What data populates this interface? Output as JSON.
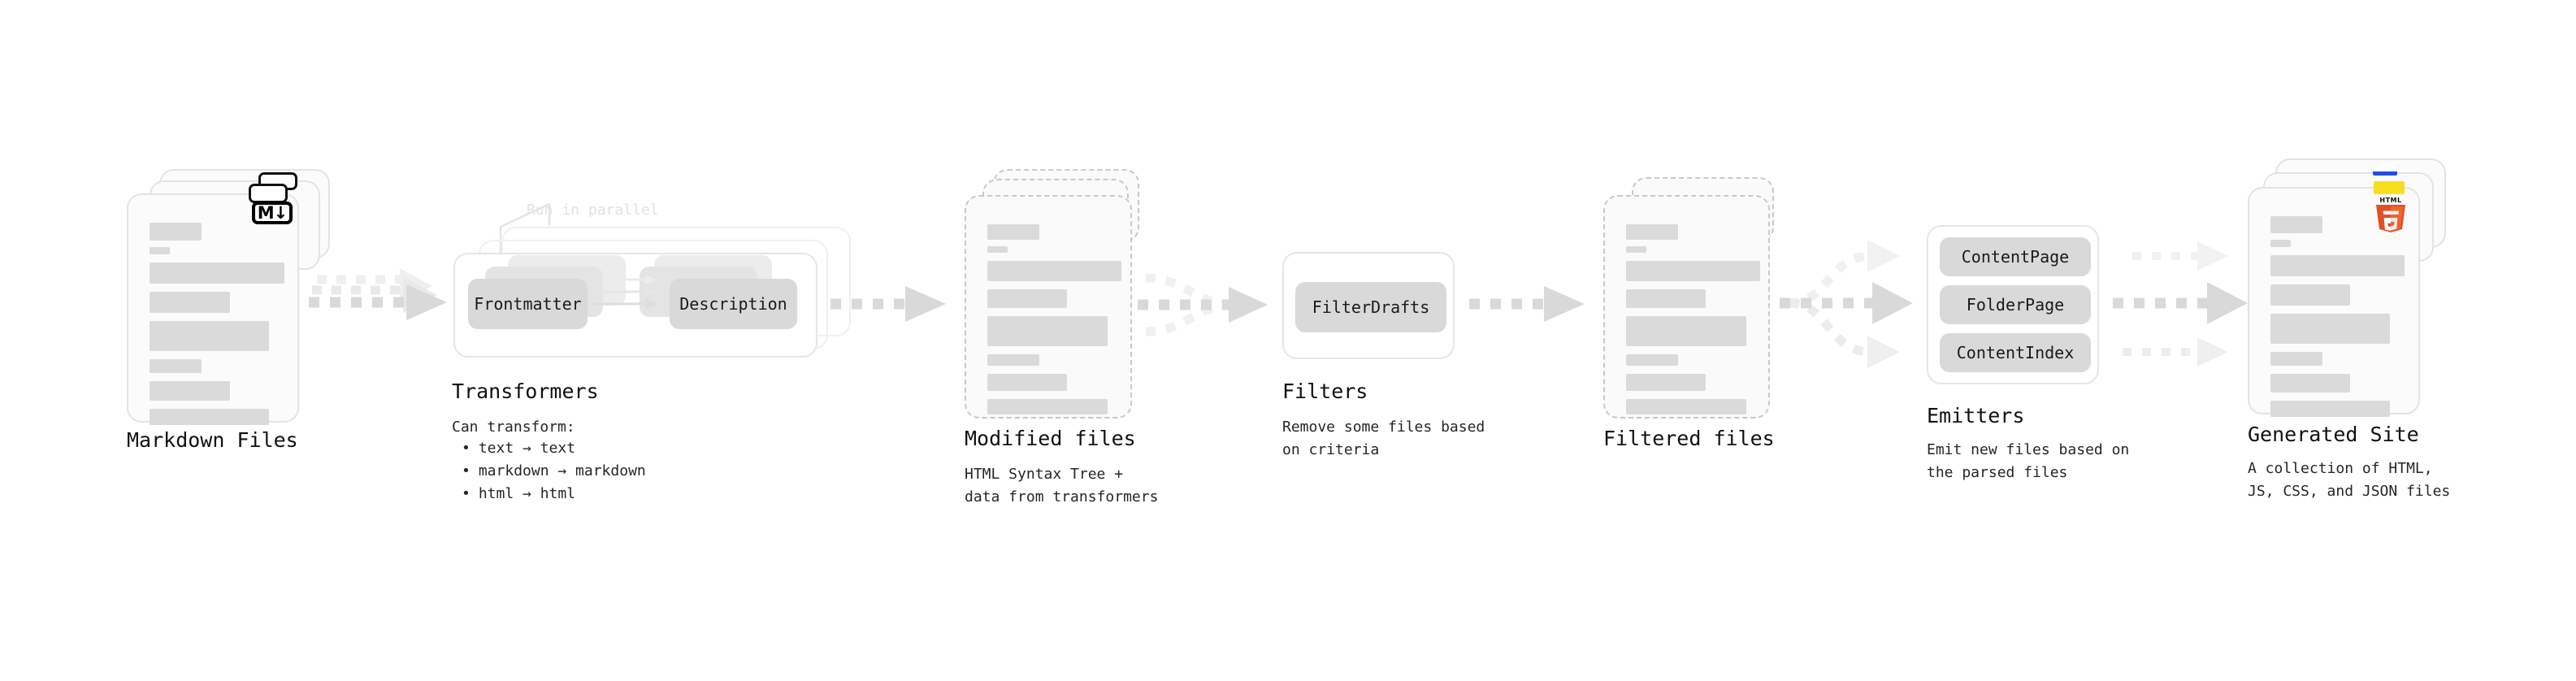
{
  "diagram": {
    "title_semantic": "quartz-build-pipeline",
    "colors": {
      "arrow": "#d8d8d8",
      "arrow_faint": "#eeeeee",
      "chip_bg": "#d9d9d9",
      "line_bg": "#dadada",
      "card_border": "#e3e3e3",
      "dashed_border": "#c9c9c9",
      "html5_orange": "#e34f26",
      "html5_orange_dark": "#ef652a",
      "js_yellow": "#f7df1e",
      "css_blue": "#264de4",
      "text": "#111111",
      "ghost_text": "#e2e2e2"
    },
    "stages": [
      {
        "id": "markdown-files",
        "title": "Markdown Files",
        "subtitle": "",
        "badge": "M↓",
        "badge_name": "markdown-badge"
      },
      {
        "id": "transformers",
        "title": "Transformers",
        "subtitle": "Can transform:",
        "annotation": "Run in parallel",
        "chips": [
          "Frontmatter",
          "Description"
        ],
        "bullets": [
          "text → text",
          "markdown → markdown",
          "html → html"
        ]
      },
      {
        "id": "modified-files",
        "title": "Modified files",
        "subtitle": "HTML Syntax Tree +\ndata from transformers"
      },
      {
        "id": "filters",
        "title": "Filters",
        "subtitle": "Remove some files based\non criteria",
        "chips": [
          "FilterDrafts"
        ]
      },
      {
        "id": "filtered-files",
        "title": "Filtered files",
        "subtitle": ""
      },
      {
        "id": "emitters",
        "title": "Emitters",
        "subtitle": "Emit new files based on\nthe parsed files",
        "chips": [
          "ContentPage",
          "FolderPage",
          "ContentIndex"
        ]
      },
      {
        "id": "generated-site",
        "title": "Generated Site",
        "subtitle": "A collection of HTML,\nJS, CSS, and JSON files",
        "badges": [
          "html5-logo",
          "js-badge",
          "css-badge"
        ],
        "html5_wordmark": "HTML",
        "html5_numeral": "5"
      }
    ]
  }
}
